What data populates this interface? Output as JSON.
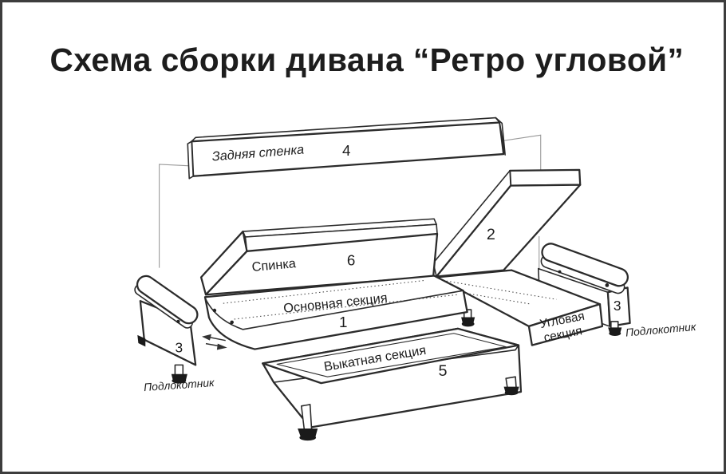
{
  "title": "Схема сборки дивана “Ретро угловой”",
  "labels": {
    "back_wall": "Задняя стенка",
    "back_wall_num": "4",
    "backrest": "Спинка",
    "backrest_num": "6",
    "main_section": "Основная секция",
    "main_section_num": "1",
    "corner_backrest_num": "2",
    "pullout": "Выкатная секция",
    "pullout_num": "5",
    "corner_line1": "Угловая",
    "corner_line2": "секция",
    "armrest_left_label": "Подлокотник",
    "armrest_left_num": "3",
    "armrest_right_label": "Подлокотник",
    "armrest_right_num": "3"
  },
  "colors": {
    "line": "#2b2b2b",
    "text": "#1d1d1d",
    "background": "#ffffff",
    "frame": "#3d3d3d",
    "leader": "#999999",
    "foot": "#1a1a1a"
  }
}
